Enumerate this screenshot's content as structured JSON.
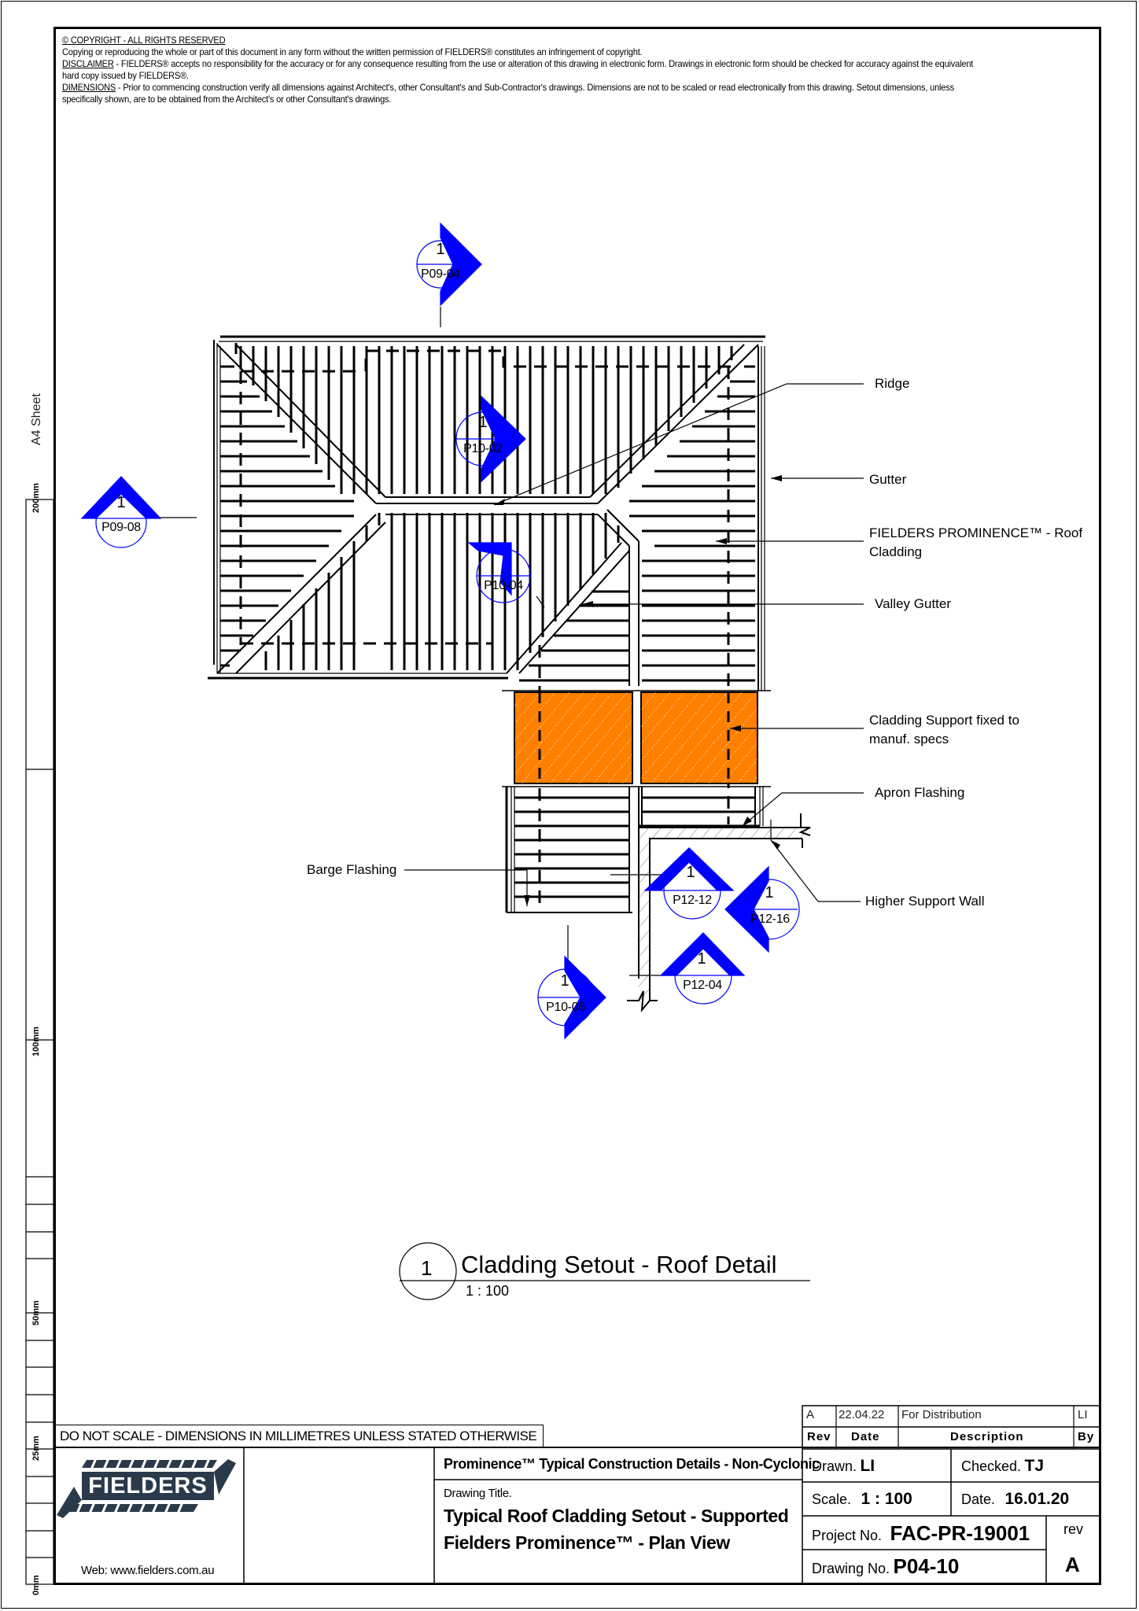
{
  "sheet": {
    "size_label": "A4 Sheet",
    "ruler_marks": [
      "200mm",
      "100mm",
      "50mm",
      "25mm",
      "0mm"
    ]
  },
  "notes": {
    "copyright_heading": "© COPYRIGHT - ALL RIGHTS RESERVED",
    "copyright_text": "Copying or reproducing the whole or part of this document in any form without the written permission of FIELDERS® constitutes an infringement of copyright.",
    "disclaimer_heading": "DISCLAIMER",
    "disclaimer_text": " - FIELDERS® accepts no responsibility for the accuracy or for any consequence resulting from the use or alteration of this drawing in electronic form.  Drawings in electronic form should be checked for accuracy against the equivalent hard copy issued by FIELDERS®.",
    "dimensions_heading": "DIMENSIONS",
    "dimensions_text": " - Prior to commencing construction verify all dimensions against Architect's, other Consultant's and Sub-Contractor's drawings. Dimensions are not to be scaled or read electronically from this drawing. Setout dimensions, unless specifically shown, are to be obtained from the Architect's or other Consultant's drawings."
  },
  "callouts": {
    "ridge": "Ridge",
    "gutter": "Gutter",
    "roof_cladding_line1": "FIELDERS PROMINENCE™ - Roof",
    "roof_cladding_line2": "Cladding",
    "valley_gutter": "Valley Gutter",
    "cladding_support_line1": "Cladding Support fixed to",
    "cladding_support_line2": "manuf. specs",
    "apron_flashing": "Apron Flashing",
    "barge_flashing": "Barge Flashing",
    "higher_support_wall": "Higher Support Wall"
  },
  "section_markers": [
    {
      "num": "1",
      "ref": "P09-04"
    },
    {
      "num": "1",
      "ref": "P10-02"
    },
    {
      "num": "1",
      "ref": "P09-08"
    },
    {
      "num": "1",
      "ref": "P10-04"
    },
    {
      "num": "1",
      "ref": "P12-12"
    },
    {
      "num": "1",
      "ref": "P12-16"
    },
    {
      "num": "1",
      "ref": "P12-04"
    },
    {
      "num": "1",
      "ref": "P10-06"
    }
  ],
  "view": {
    "number": "1",
    "title": "Cladding Setout - Roof Detail",
    "scale": "1 : 100"
  },
  "colors": {
    "marker_blue": "#0000ff",
    "cladding_support_orange": "#ff8000",
    "logo_navy": "#2b3a4a"
  },
  "title_block": {
    "do_not_scale": "DO NOT SCALE - DIMENSIONS IN MILLIMETRES UNLESS STATED OTHERWISE",
    "logo_text": "FIELDERS",
    "web": "Web: www.fielders.com.au",
    "project_heading": "Prominence™ Typical Construction Details - Non-Cyclonic",
    "drawing_title_label": "Drawing Title.",
    "drawing_title_line1": "Typical Roof Cladding Setout - Supported",
    "drawing_title_line2": "Fielders Prominence™ - Plan View",
    "revisions": {
      "headers": {
        "rev": "Rev",
        "date": "Date",
        "description": "Description",
        "by": "By"
      },
      "rows": [
        {
          "rev": "A",
          "date": "22.04.22",
          "description": "For Distribution",
          "by": "LI"
        }
      ]
    },
    "drawn_label": "Drawn.",
    "drawn_value": "LI",
    "checked_label": "Checked.",
    "checked_value": "TJ",
    "scale_label": "Scale.",
    "scale_value": "1 : 100",
    "date_label": "Date.",
    "date_value": "16.01.20",
    "project_no_label": "Project No.",
    "project_no_value": "FAC-PR-19001",
    "drawing_no_label": "Drawing No.",
    "drawing_no_value": "P04-10",
    "rev_label": "rev",
    "rev_value": "A"
  }
}
